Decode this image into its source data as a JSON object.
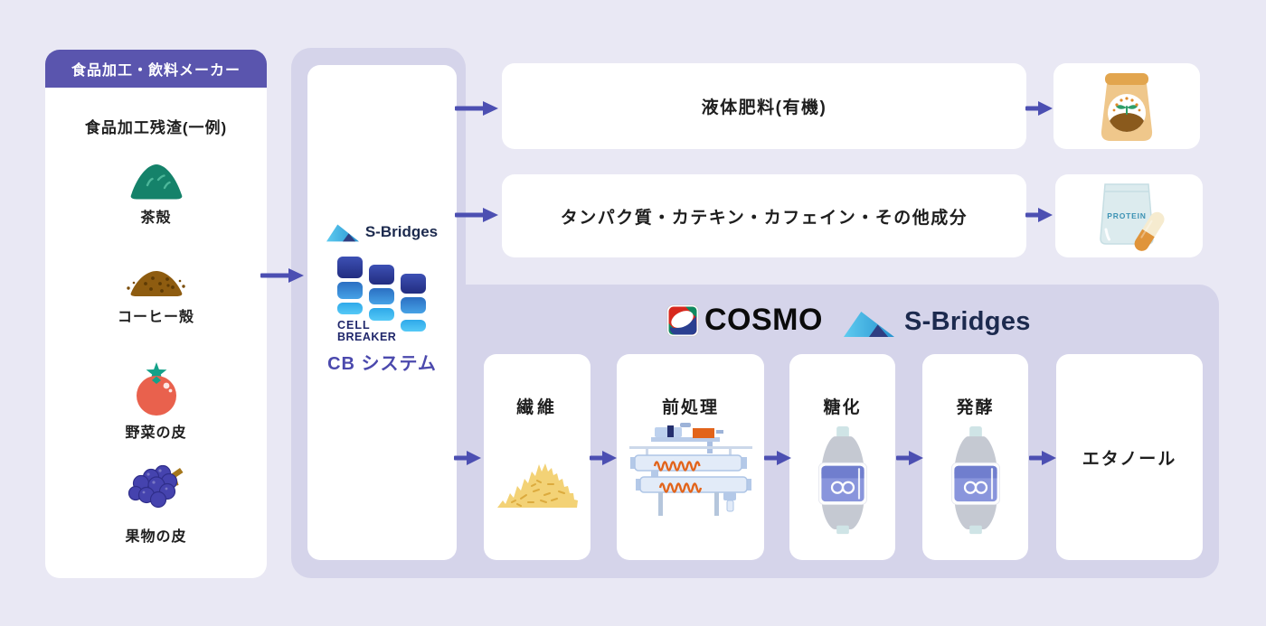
{
  "colors": {
    "background": "#e9e8f4",
    "panel_lavender": "#d5d4ea",
    "arrow_indigo": "#4c4fb2",
    "header_purple": "#5a55ae",
    "cb_label_indigo": "#4b49ad",
    "sbridges_navy": "#1c2a4e"
  },
  "left_panel": {
    "header": "食品加工・飲料メーカー",
    "subtitle": "食品加工残渣(一例)",
    "items": [
      {
        "icon": "tea-leaves-icon",
        "label": "茶殻"
      },
      {
        "icon": "coffee-grounds-icon",
        "label": "コーヒー殻"
      },
      {
        "icon": "tomato-icon",
        "label": "野菜の皮"
      },
      {
        "icon": "grapes-icon",
        "label": "果物の皮"
      }
    ]
  },
  "cb_card": {
    "brand": "S-Bridges",
    "cell_breaker": [
      "CELL",
      "BREAKER"
    ],
    "system_label": "CB システム"
  },
  "outputs": {
    "row1": {
      "label": "液体肥料(有機)",
      "icon": "fertilizer-bag-icon"
    },
    "row2": {
      "label": "タンパク質・カテキン・カフェイン・その他成分",
      "icon": "protein-pouch-icon"
    },
    "protein_text": "PROTEIN"
  },
  "bottom_panel": {
    "brand1": "COSMO",
    "brand2": "S-Bridges",
    "steps": [
      {
        "label": "繊維",
        "icon": "fiber-pile-icon"
      },
      {
        "label": "前処理",
        "icon": "pretreatment-machine-icon"
      },
      {
        "label": "糖化",
        "icon": "saccharification-tank-icon"
      },
      {
        "label": "発酵",
        "icon": "fermentation-tank-icon"
      },
      {
        "label": "エタノール",
        "icon": ""
      }
    ]
  }
}
